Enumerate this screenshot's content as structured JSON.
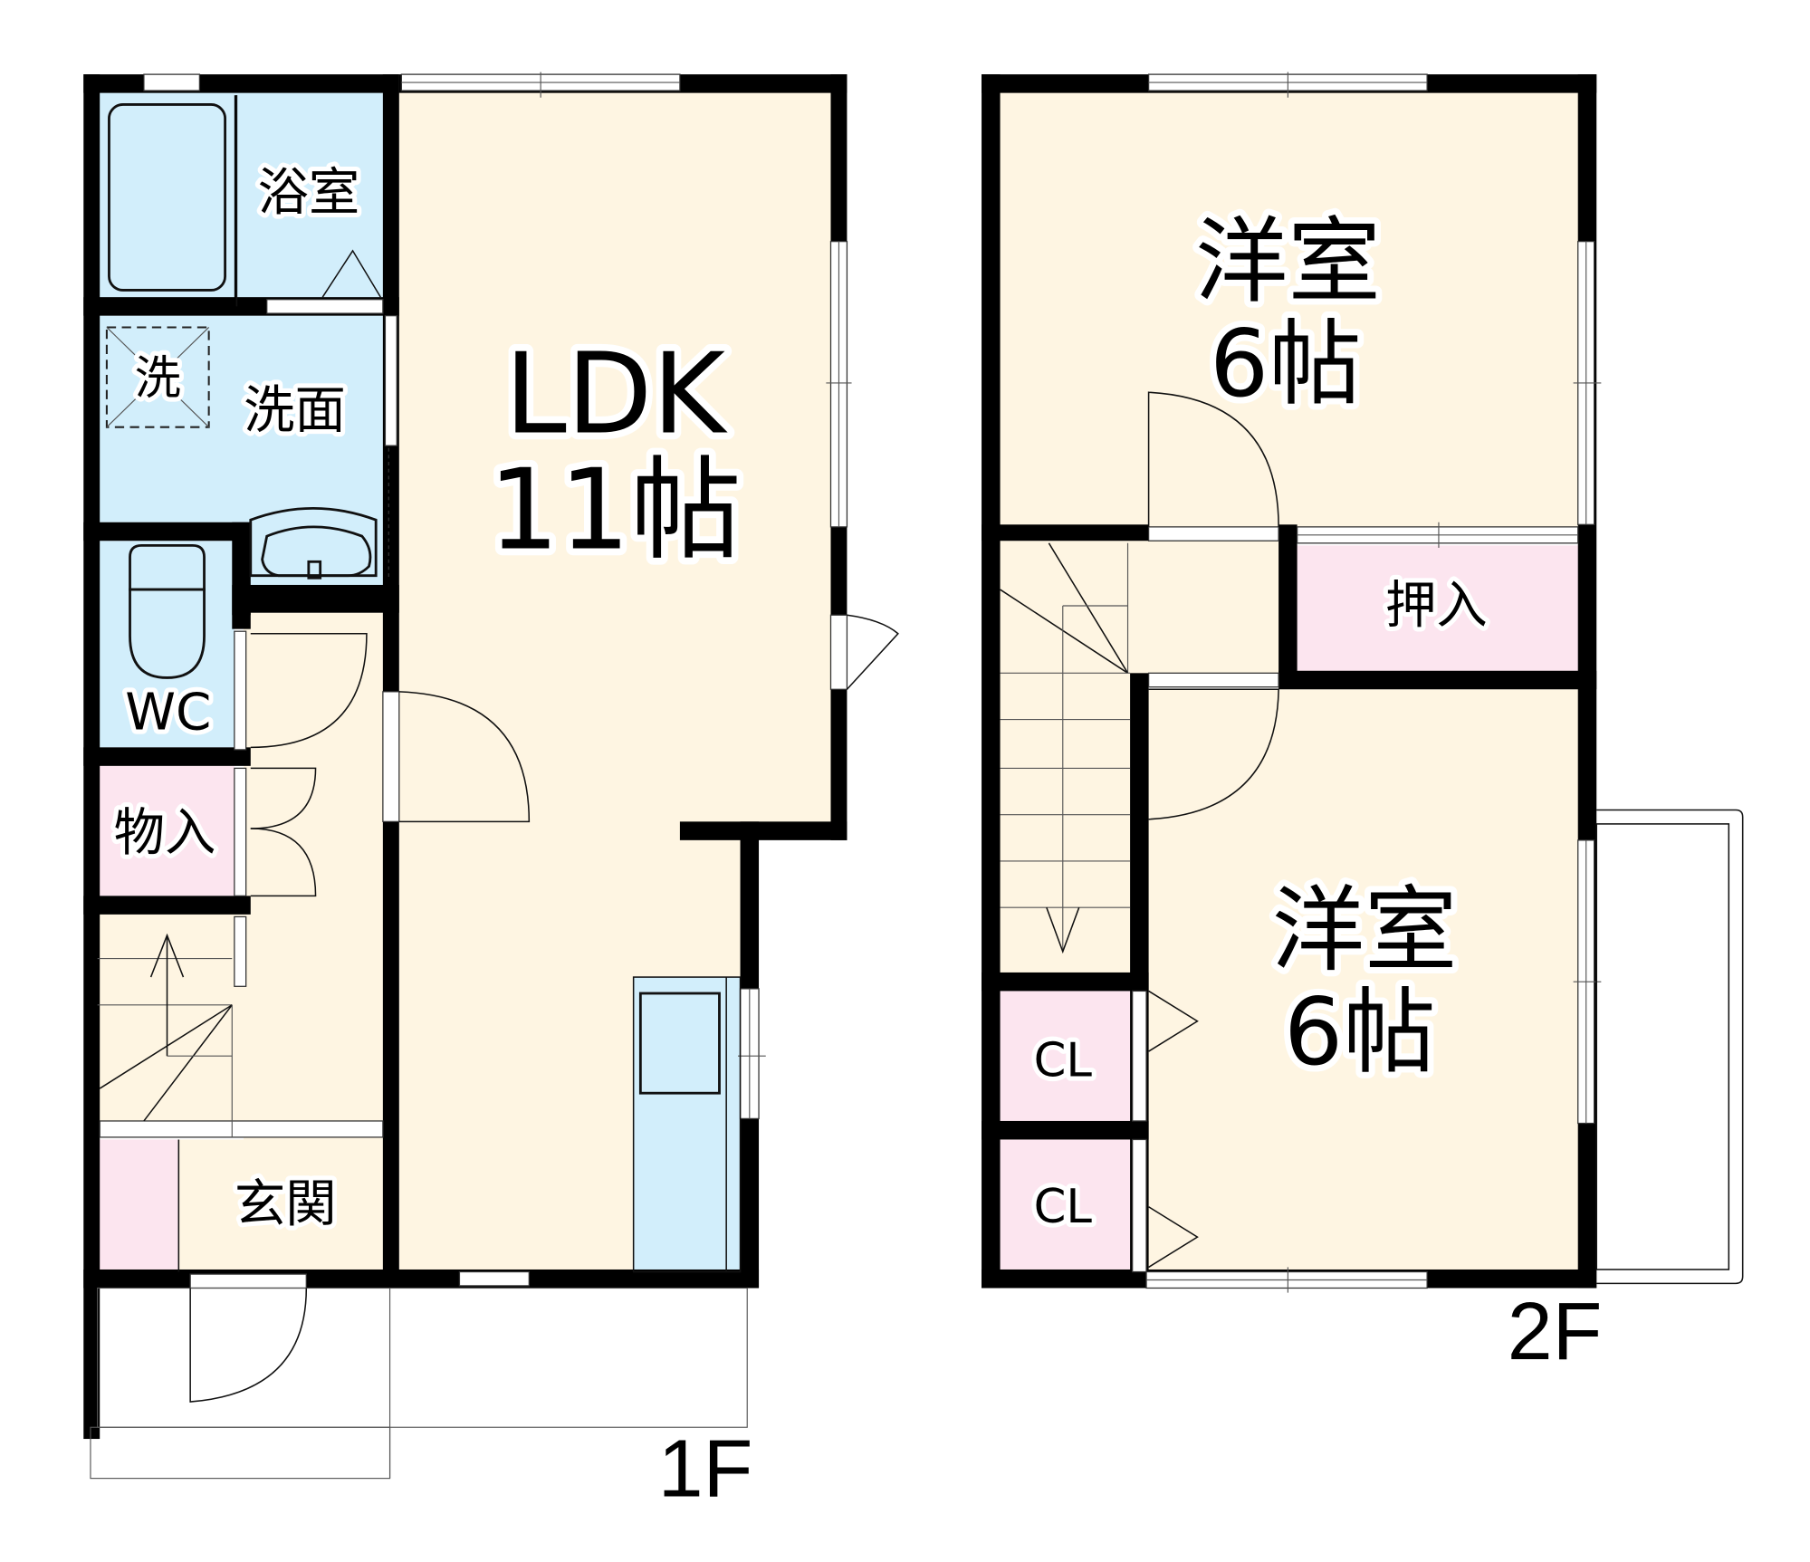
{
  "floorplan": {
    "floors": [
      {
        "label": "1F",
        "rooms": [
          {
            "id": "bath",
            "name": "浴室"
          },
          {
            "id": "washer",
            "name": "洗"
          },
          {
            "id": "washroom",
            "name": "洗面"
          },
          {
            "id": "wc",
            "name": "WC"
          },
          {
            "id": "storage",
            "name": "物入"
          },
          {
            "id": "entrance",
            "name": "玄関"
          },
          {
            "id": "ldk",
            "name": "LDK",
            "size": "11帖"
          }
        ]
      },
      {
        "label": "2F",
        "rooms": [
          {
            "id": "western1",
            "name": "洋室",
            "size": "6帖"
          },
          {
            "id": "oshiire",
            "name": "押入"
          },
          {
            "id": "western2",
            "name": "洋室",
            "size": "6帖"
          },
          {
            "id": "cl1",
            "name": "CL"
          },
          {
            "id": "cl2",
            "name": "CL"
          }
        ]
      }
    ],
    "colors": {
      "living": "#FEF5E2",
      "wet": "#D2EEFB",
      "storage": "#FCE5EF",
      "wall": "#000000"
    }
  }
}
